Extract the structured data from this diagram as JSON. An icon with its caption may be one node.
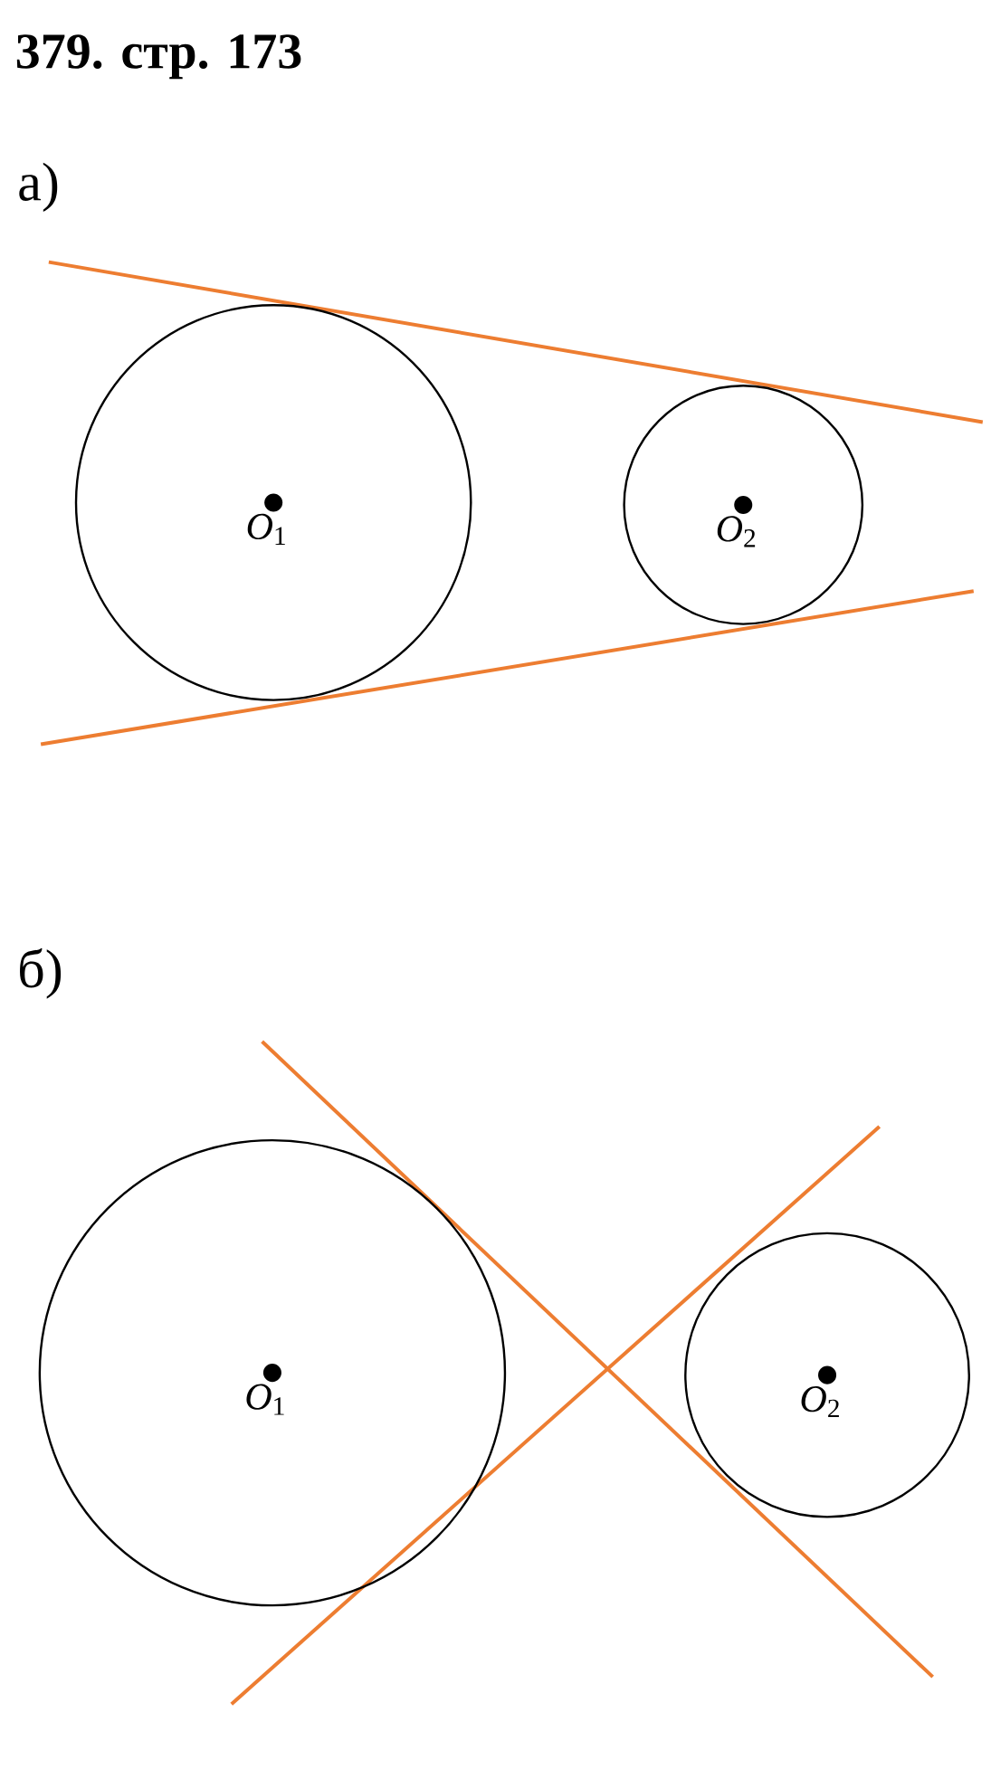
{
  "diagram": {
    "title": "379. стр. 173",
    "nodes": [
      {
        "text": [
          "*O*$_{1}$"
        ]
      },
      {
        "text": [
          "*O*$_{2}$"
        ]
      },
      {
        "text": [
          "*O*$_{1}$"
        ]
      },
      {
        "text": [
          "*O*$_{2}$"
        ]
      }
    ],
    "labels": [
      "а)",
      "б)"
    ]
  }
}
